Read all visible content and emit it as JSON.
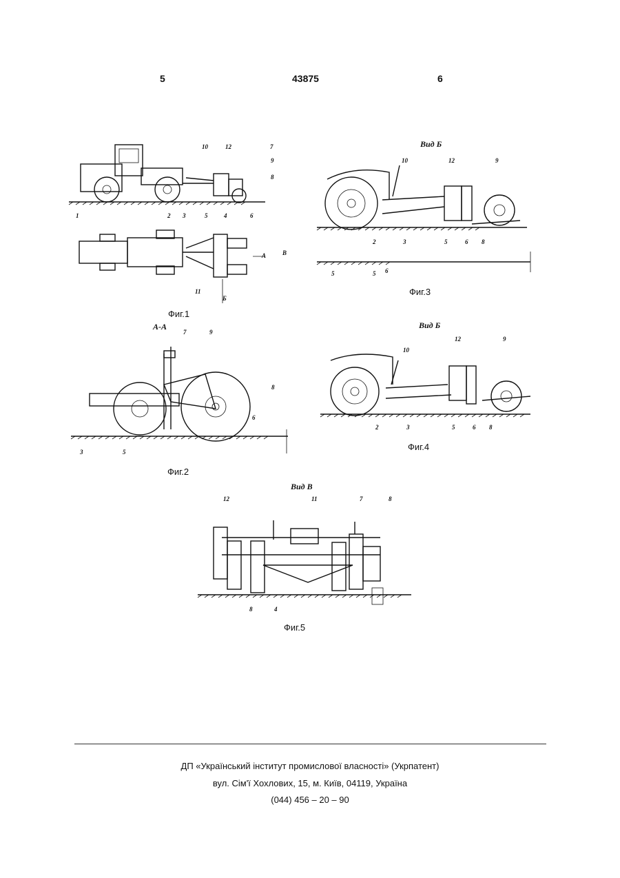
{
  "header": {
    "left_page": "5",
    "patent_number": "43875",
    "right_page": "6"
  },
  "figures": {
    "fig1": {
      "caption": "Фиг.1",
      "labels": [
        "10",
        "12",
        "7",
        "9",
        "8",
        "1",
        "2",
        "3",
        "5",
        "6",
        "4",
        "11",
        "А",
        "В",
        "Б"
      ]
    },
    "fig2": {
      "caption": "Фиг.2",
      "section": "А-А",
      "labels": [
        "7",
        "9",
        "8",
        "3",
        "5",
        "6"
      ]
    },
    "fig3": {
      "caption": "Фиг.3",
      "view": "Вид Б",
      "labels": [
        "10",
        "12",
        "9",
        "2",
        "3",
        "5",
        "6",
        "8",
        "5",
        "5",
        "6"
      ]
    },
    "fig4": {
      "caption": "Фиг.4",
      "view": "Вид Б",
      "labels": [
        "10",
        "12",
        "9",
        "2",
        "3",
        "5",
        "6",
        "8"
      ]
    },
    "fig5": {
      "caption": "Фиг.5",
      "view": "Вид В",
      "labels": [
        "12",
        "11",
        "7",
        "8",
        "8",
        "4"
      ]
    }
  },
  "footer": {
    "line1": "ДП «Український інститут промислової власності» (Укрпатент)",
    "line2": "вул. Сім'ї Хохлових, 15, м. Київ, 04119, Україна",
    "line3": "(044) 456 – 20 –  90"
  }
}
